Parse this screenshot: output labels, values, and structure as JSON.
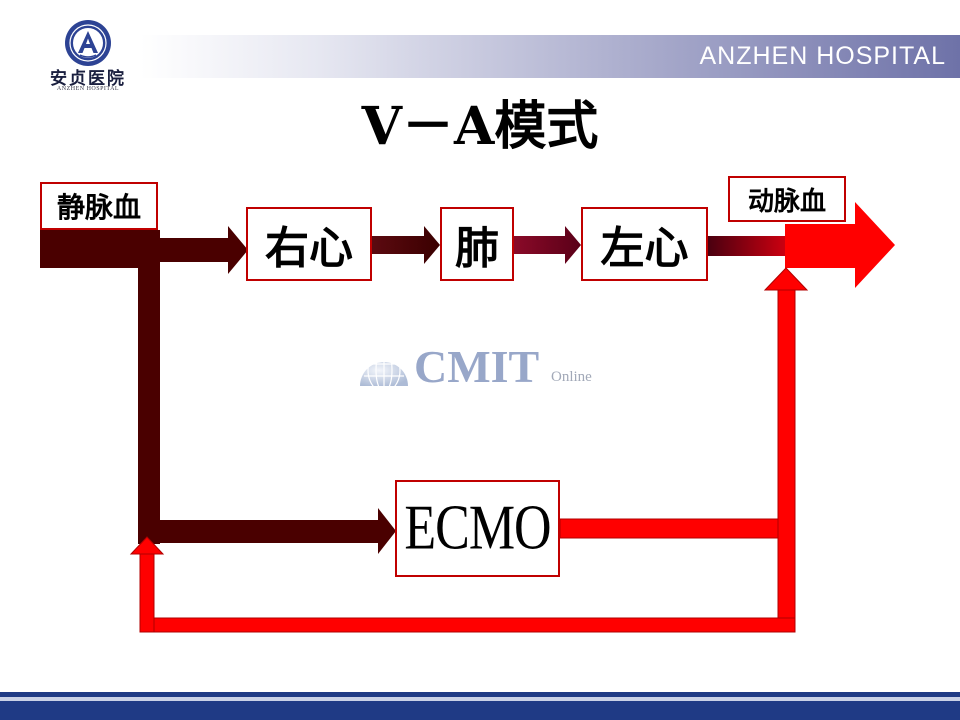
{
  "header": {
    "hospital_name_en": "ANZHEN HOSPITAL"
  },
  "logo": {
    "name_cn": "安贞医院",
    "name_en": "ANZHEN HOSPITAL"
  },
  "title": "V－A模式",
  "diagram": {
    "nodes": {
      "venous_blood": "静脉血",
      "right_heart": "右心",
      "lung": "肺",
      "left_heart": "左心",
      "arterial_blood": "动脉血",
      "ecmo": "ECMO"
    }
  },
  "watermark": {
    "brand": "CMIT",
    "suffix": "Online"
  },
  "colors": {
    "box_border": "#c00000",
    "venous": "#4a0000",
    "arterial": "#ff0000",
    "header_end": "#6e72a8",
    "footer_blue": "#1f3a85",
    "watermark": "#8798c0"
  }
}
